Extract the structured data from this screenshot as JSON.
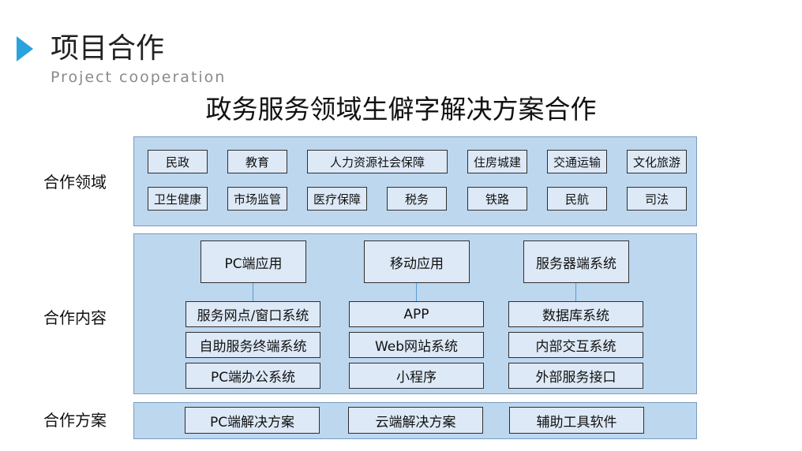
{
  "header": {
    "title": "项目合作",
    "subtitle": "Project cooperation",
    "main_title": "政务服务领域生僻字解决方案合作"
  },
  "rows": {
    "fields_label": "合作领域",
    "content_label": "合作内容",
    "solution_label": "合作方案"
  },
  "fields": {
    "row1": [
      "民政",
      "教育",
      "人力资源社会保障",
      "住房城建",
      "交通运输",
      "文化旅游"
    ],
    "row2": [
      "卫生健康",
      "市场监管",
      "医疗保障",
      "税务",
      "铁路",
      "民航",
      "司法"
    ]
  },
  "content": {
    "columns": [
      {
        "head": "PC端应用",
        "items": [
          "服务网点/窗口系统",
          "自助服务终端系统",
          "PC端办公系统"
        ]
      },
      {
        "head": "移动应用",
        "items": [
          "APP",
          "Web网站系统",
          "小程序"
        ]
      },
      {
        "head": "服务器端系统",
        "items": [
          "数据库系统",
          "内部交互系统",
          "外部服务接口"
        ]
      }
    ]
  },
  "solutions": [
    "PC端解决方案",
    "云端解决方案",
    "辅助工具软件"
  ],
  "colors": {
    "accent": "#29a3dd",
    "panel_fill": "#bdd7ee",
    "box_fill": "#dde9f6",
    "connector": "#5b9bd5"
  }
}
